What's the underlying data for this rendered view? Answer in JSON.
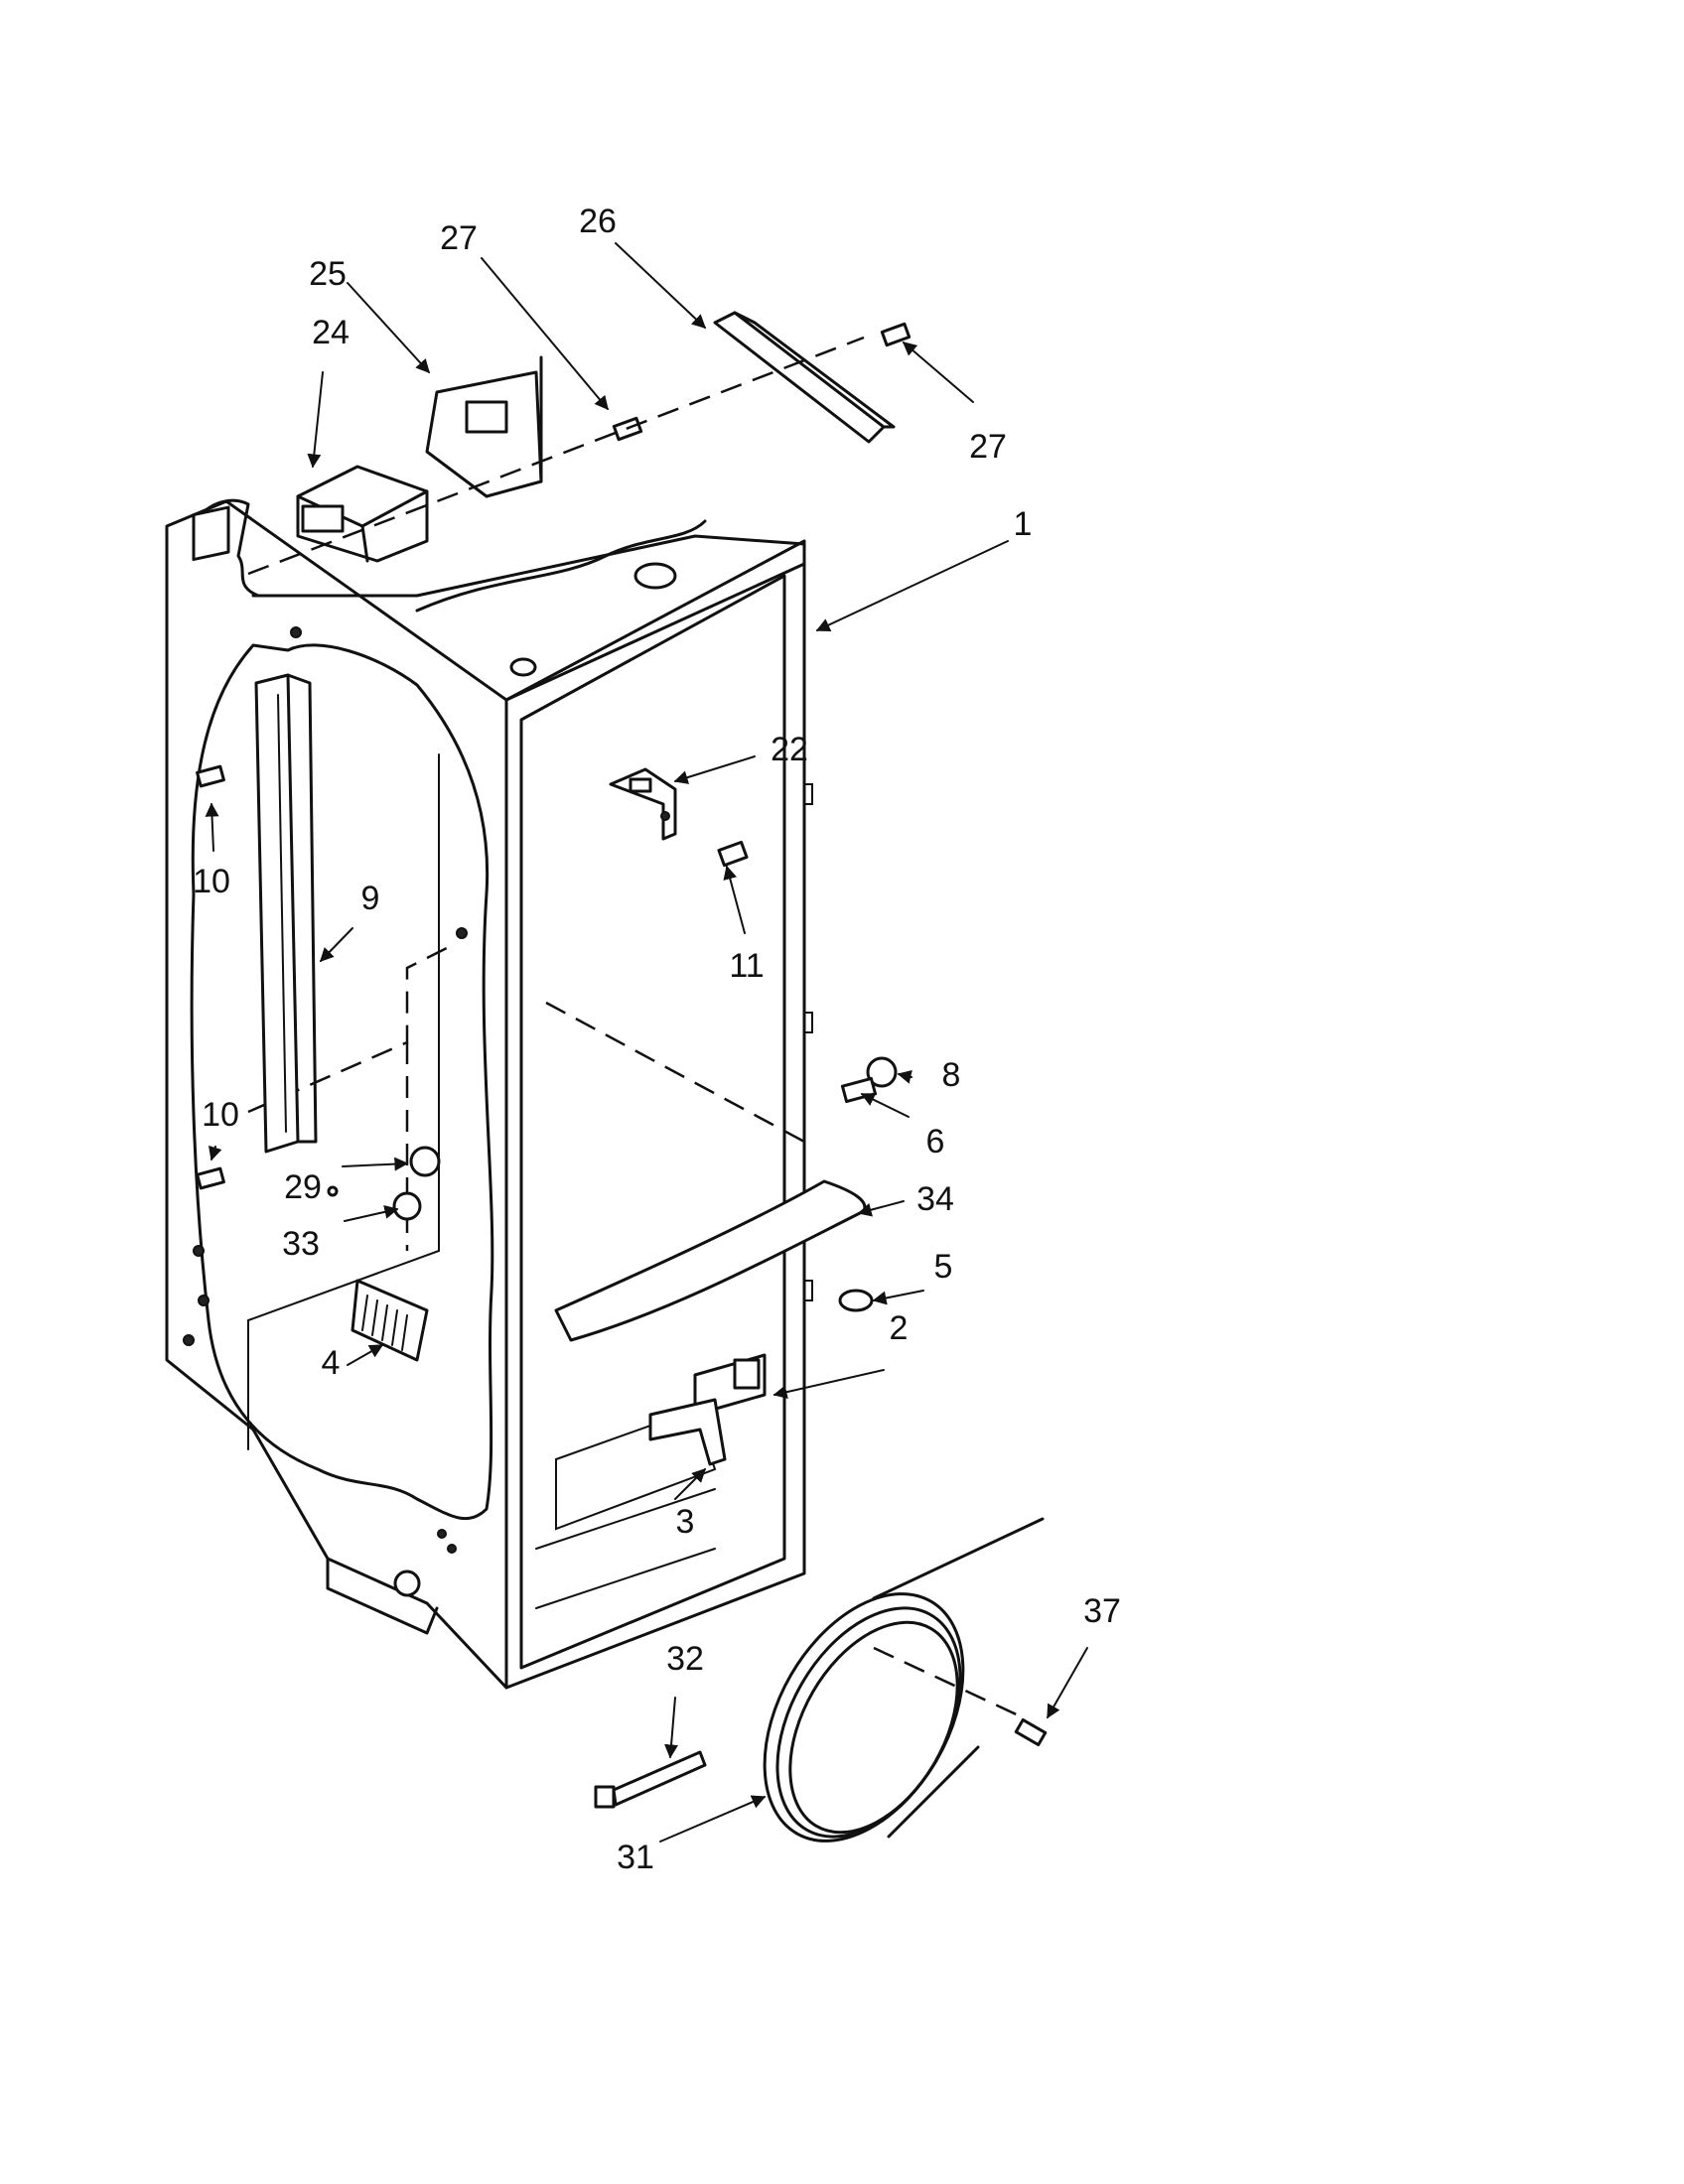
{
  "diagram": {
    "callouts": [
      {
        "id": "c1",
        "label": "1"
      },
      {
        "id": "c2",
        "label": "2"
      },
      {
        "id": "c3",
        "label": "3"
      },
      {
        "id": "c4",
        "label": "4"
      },
      {
        "id": "c5",
        "label": "5"
      },
      {
        "id": "c6",
        "label": "6"
      },
      {
        "id": "c8",
        "label": "8"
      },
      {
        "id": "c9",
        "label": "9"
      },
      {
        "id": "c10a",
        "label": "10"
      },
      {
        "id": "c10b",
        "label": "10"
      },
      {
        "id": "c11",
        "label": "11"
      },
      {
        "id": "c22",
        "label": "22"
      },
      {
        "id": "c24",
        "label": "24"
      },
      {
        "id": "c25",
        "label": "25"
      },
      {
        "id": "c26",
        "label": "26"
      },
      {
        "id": "c27a",
        "label": "27"
      },
      {
        "id": "c27b",
        "label": "27"
      },
      {
        "id": "c29",
        "label": "29"
      },
      {
        "id": "c31",
        "label": "31"
      },
      {
        "id": "c32",
        "label": "32"
      },
      {
        "id": "c33",
        "label": "33"
      },
      {
        "id": "c34",
        "label": "34"
      },
      {
        "id": "c37",
        "label": "37"
      }
    ]
  }
}
